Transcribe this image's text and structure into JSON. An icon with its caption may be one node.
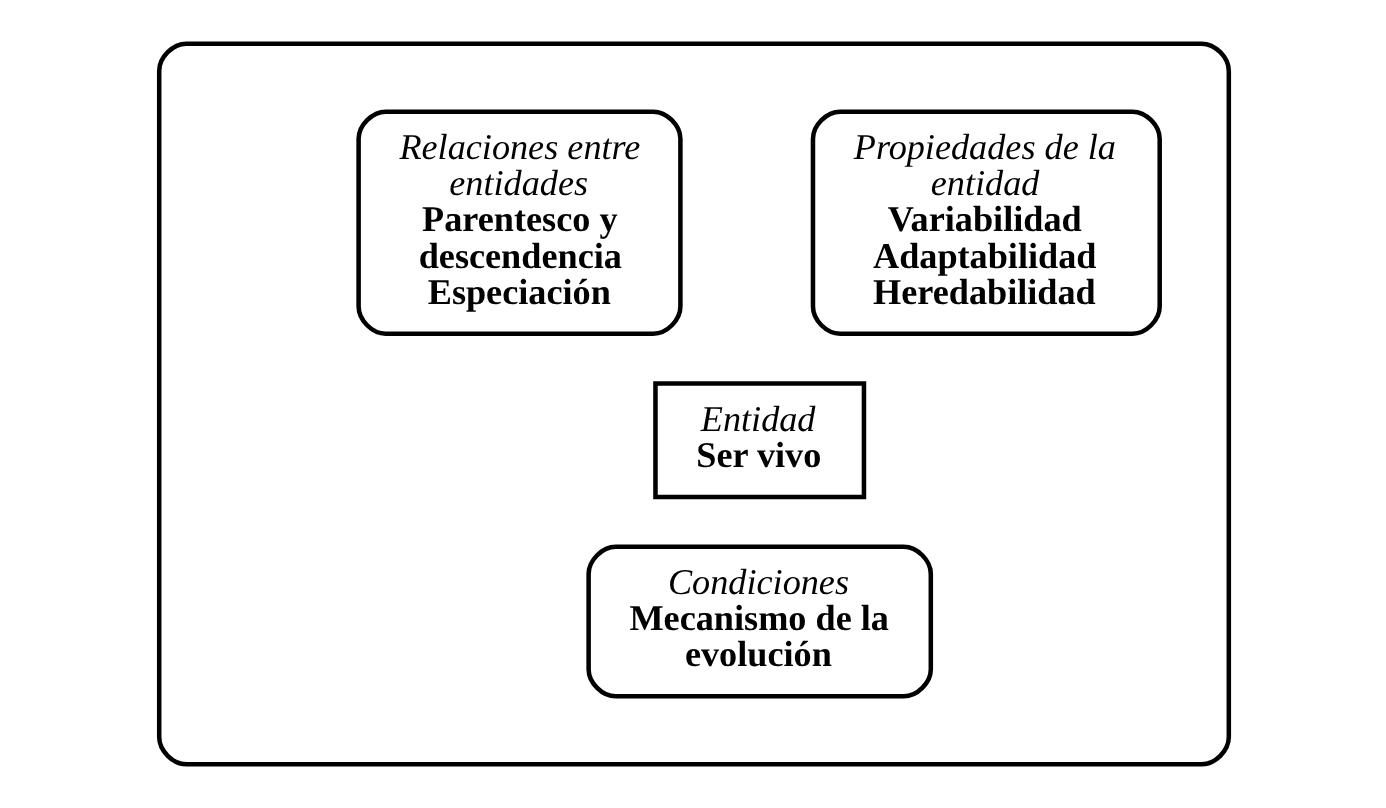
{
  "diagram": {
    "nodes": [
      {
        "text": [],
        "shape": "box"
      },
      {
        "text": [
          "Propiedades de la entidad",
          "Variabilidad",
          "Adaptabilidad",
          "Heredabilidad"
        ],
        "in": 0
      },
      {
        "text": [
          "Relaciones entre entidades",
          "Parentesco y descendencia",
          "Especiación"
        ],
        "in": 0
      },
      {
        "text": [
          "Entidad",
          "Ser vivo"
        ],
        "in": 0
      },
      {
        "text": [
          "Condiciones",
          "Mecanismo de la evolución"
        ],
        "in": 0
      }
    ],
    "edges": []
  }
}
